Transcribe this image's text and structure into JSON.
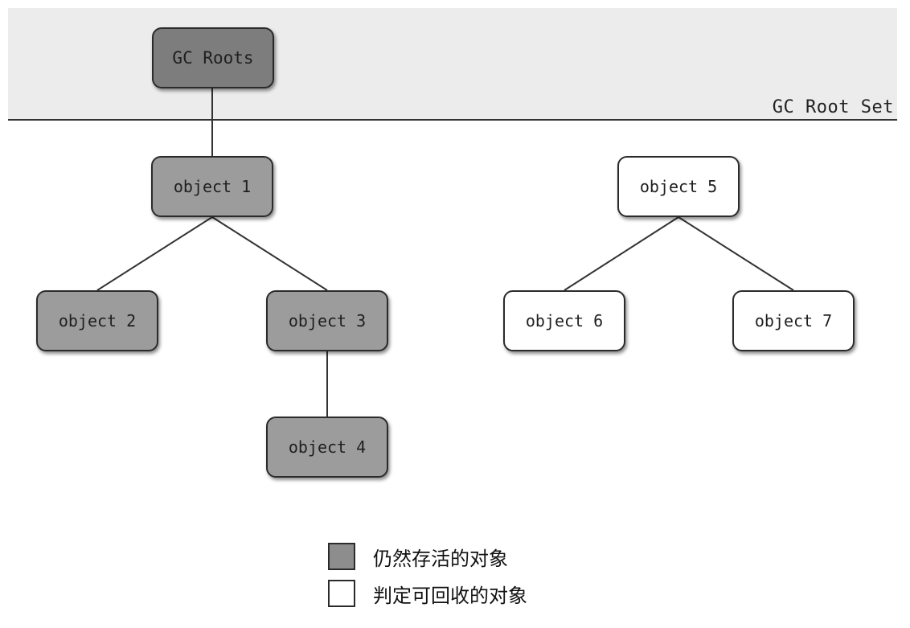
{
  "root_set": {
    "label": "GC Root Set",
    "root_node_label": "GC Roots"
  },
  "nodes": {
    "object1": "object 1",
    "object2": "object 2",
    "object3": "object 3",
    "object4": "object 4",
    "object5": "object 5",
    "object6": "object 6",
    "object7": "object 7"
  },
  "edges": [
    [
      "GC Roots",
      "object 1"
    ],
    [
      "object 1",
      "object 2"
    ],
    [
      "object 1",
      "object 3"
    ],
    [
      "object 3",
      "object 4"
    ],
    [
      "object 5",
      "object 6"
    ],
    [
      "object 5",
      "object 7"
    ]
  ],
  "legend": {
    "alive_label": "仍然存活的对象",
    "collectable_label": "判定可回收的对象"
  },
  "colors": {
    "root_fill": "#7d7d7d",
    "alive_fill": "#9c9c9c",
    "collectable_fill": "#ffffff",
    "band_fill": "#ececec"
  }
}
